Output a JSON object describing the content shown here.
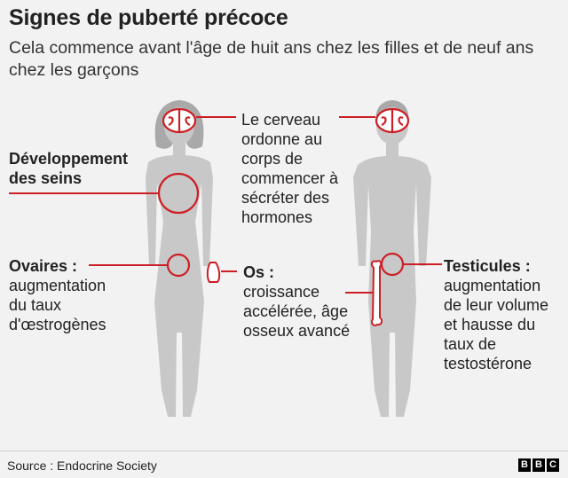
{
  "title": "Signes de puberté précoce",
  "subtitle": "Cela commence avant l'âge de huit ans chez les filles et de neuf ans chez les garçons",
  "labels": {
    "brain": [
      "Le cerveau",
      "ordonne au",
      "corps de",
      "commencer à",
      "sécréter des",
      "hormones"
    ],
    "breasts": [
      "Développement",
      "des seins"
    ],
    "ovaries_head": "Ovaires :",
    "ovaries": [
      "augmentation",
      "du taux",
      "d'œstrogènes"
    ],
    "bone_head": "Os :",
    "bone": [
      "croissance",
      "accélérée, âge",
      "osseux avancé"
    ],
    "testicles_head": "Testicules :",
    "testicles": [
      "augmentation",
      "de leur volume",
      "et hausse du",
      "taux de",
      "testostérone"
    ]
  },
  "footer": {
    "source": "Source : Endocrine Society",
    "logo": [
      "B",
      "B",
      "C"
    ]
  },
  "colors": {
    "accent": "#cc1f25",
    "body": "#c8c8c8",
    "hair": "#a9a9a9",
    "background": "#f2f2f2"
  }
}
